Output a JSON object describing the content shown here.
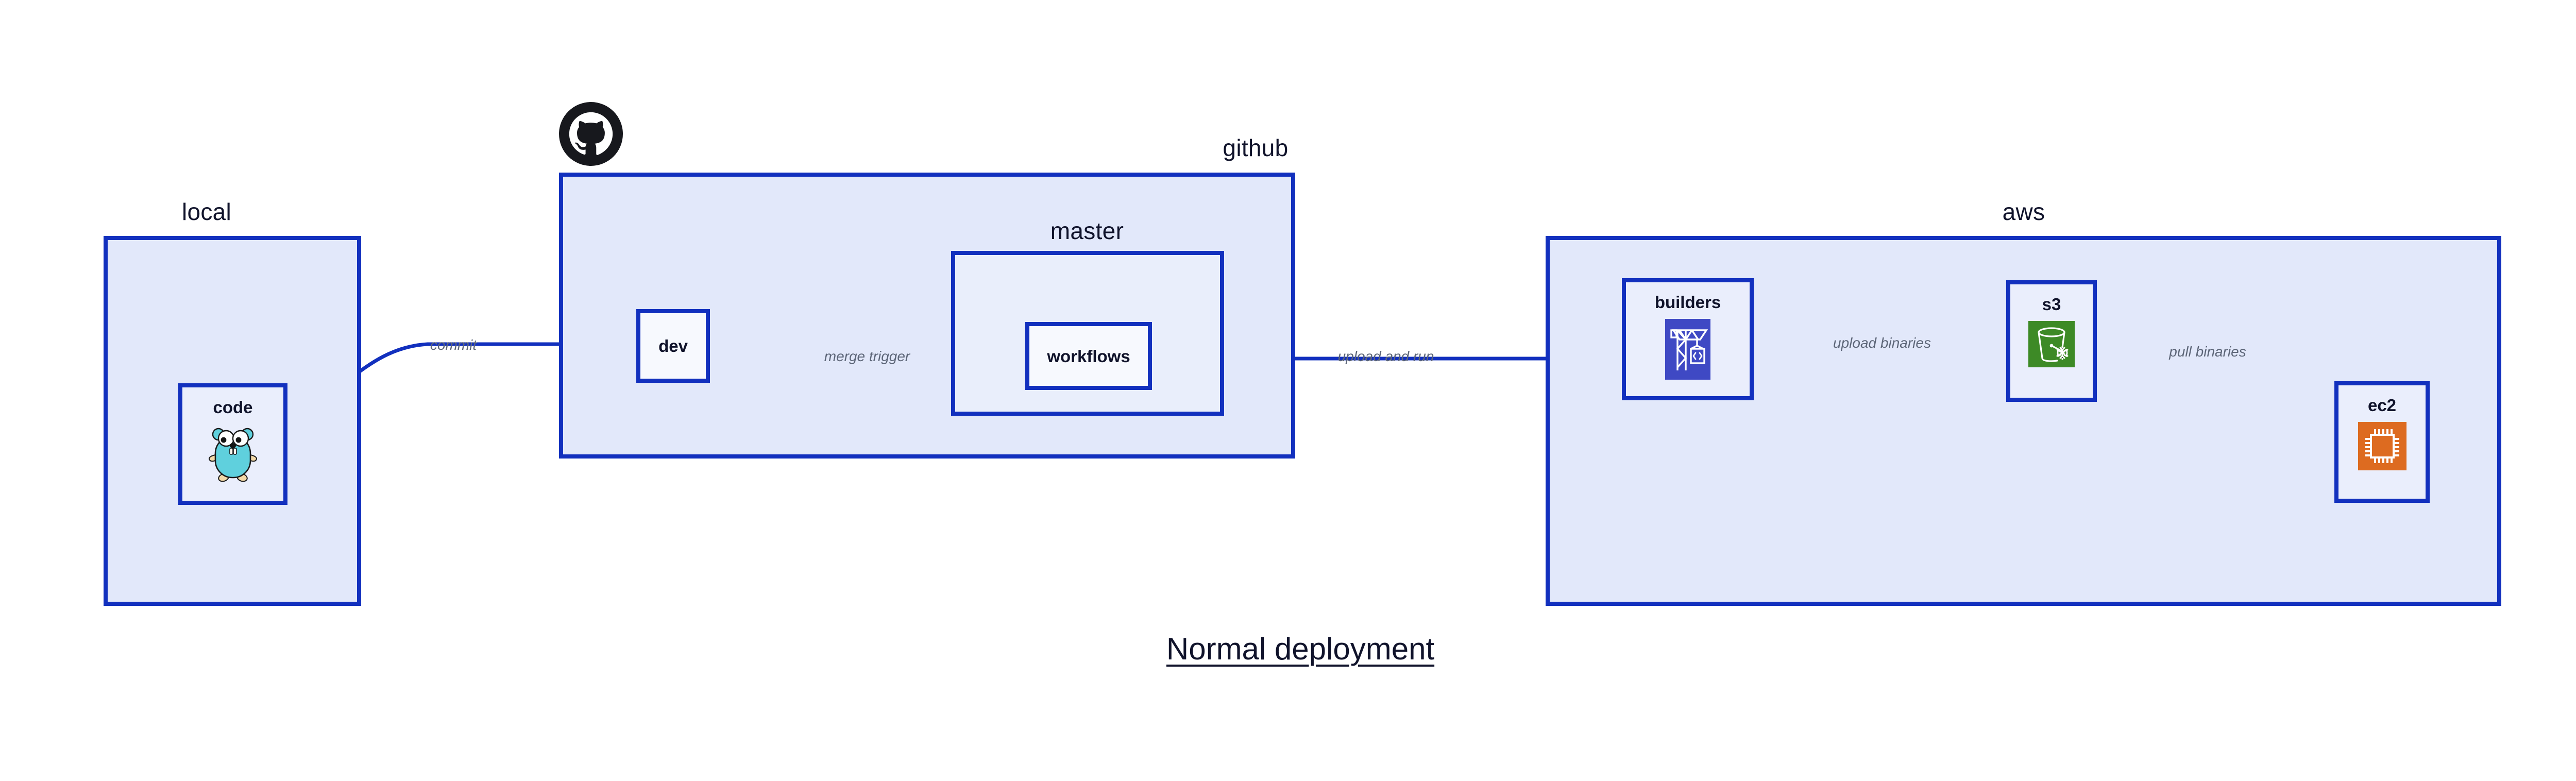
{
  "diagram": {
    "title": "Normal deployment",
    "colors": {
      "group_border": "#1230be",
      "group_fill": "#e2e8fa",
      "nested_group_fill": "#e9eefb",
      "node_fill": "#eaeefc",
      "node_plain_fill": "#f7f9fe",
      "edge_stroke": "#1230be",
      "edge_label_text": "#5d6678",
      "label_text": "#10132b",
      "builders_icon_bg": "#3f49c4",
      "s3_icon_bg": "#3d8a26",
      "ec2_icon_bg": "#dd6b20",
      "gopher_body": "#5fd0dd",
      "github_logo": "#17181d"
    },
    "groups": [
      {
        "id": "local",
        "label": "local"
      },
      {
        "id": "github",
        "label": "github"
      },
      {
        "id": "master",
        "label": "master"
      },
      {
        "id": "aws",
        "label": "aws"
      }
    ],
    "nodes": [
      {
        "id": "code",
        "label": "code",
        "icon": "go-gopher-icon"
      },
      {
        "id": "dev",
        "label": "dev",
        "icon": null
      },
      {
        "id": "workflows",
        "label": "workflows",
        "icon": null
      },
      {
        "id": "builders",
        "label": "builders",
        "icon": "aws-codebuild-crane-icon"
      },
      {
        "id": "s3",
        "label": "s3",
        "icon": "aws-s3-bucket-icon"
      },
      {
        "id": "ec2",
        "label": "ec2",
        "icon": "aws-ec2-chip-icon"
      }
    ],
    "edges": [
      {
        "id": "commit",
        "from": "code",
        "to": "dev",
        "label": "commit"
      },
      {
        "id": "merge-trigger",
        "from": "dev",
        "to": "workflows",
        "label": "merge trigger"
      },
      {
        "id": "upload-and-run",
        "from": "workflows",
        "to": "builders",
        "label": "upload and run"
      },
      {
        "id": "upload-binaries",
        "from": "builders",
        "to": "s3",
        "label": "upload binaries"
      },
      {
        "id": "pull-binaries",
        "from": "s3",
        "to": "ec2",
        "label": "pull binaries"
      }
    ],
    "logos": [
      {
        "id": "github-logo",
        "name": "github-octocat-logo"
      }
    ]
  }
}
